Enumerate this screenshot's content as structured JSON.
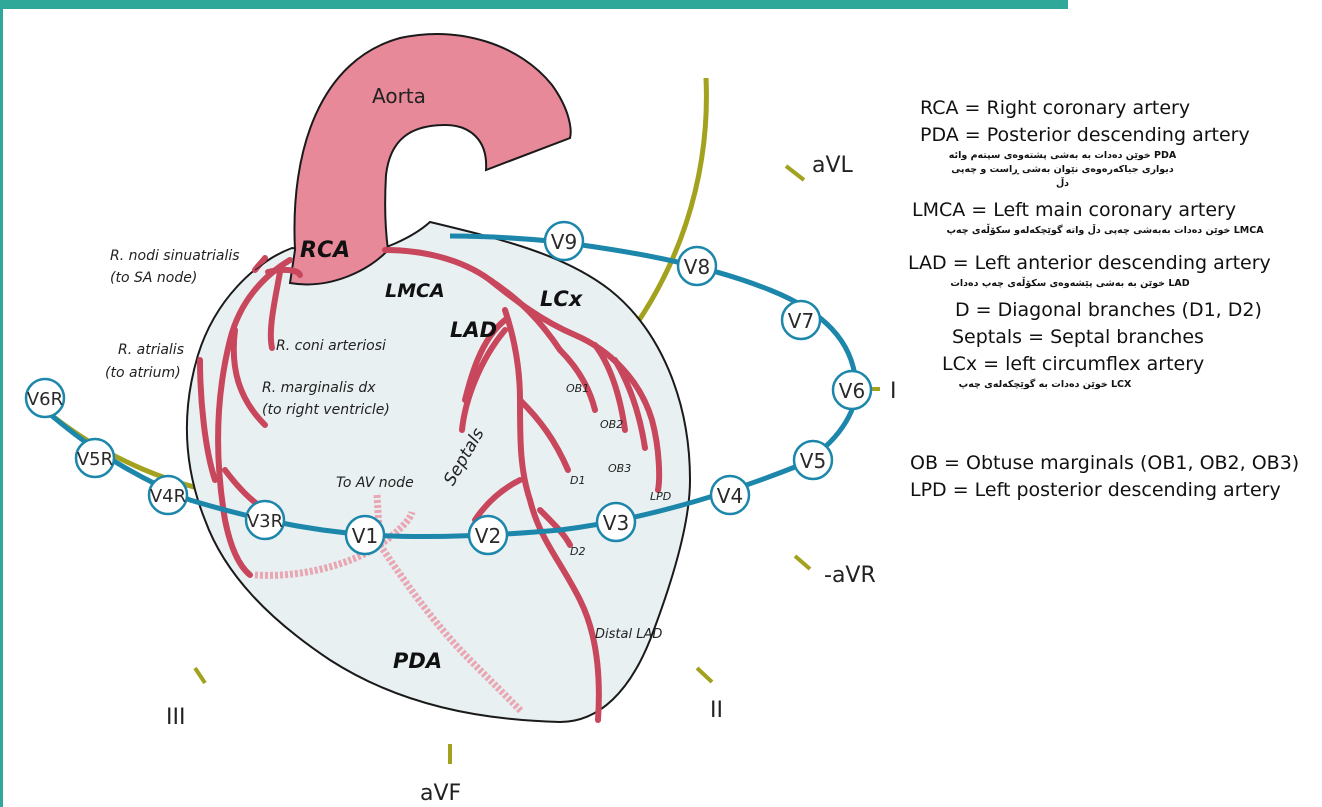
{
  "diagram": {
    "aorta": "Aorta",
    "rca": "RCA",
    "lmca": "LMCA",
    "lad": "LAD",
    "lcx": "LCx",
    "pda": "PDA",
    "septals": "Septals",
    "r_nodi_1": "R. nodi sinuatrialis",
    "r_nodi_2": "(to SA node)",
    "r_atrialis_1": "R. atrialis",
    "r_atrialis_2": "(to atrium)",
    "r_coni": "R. coni arteriosi",
    "r_marg_1": "R. marginalis dx",
    "r_marg_2": "(to right ventricle)",
    "to_av": "To AV node",
    "ob1": "OB1",
    "ob2": "OB2",
    "ob3": "OB3",
    "d1": "D1",
    "d2": "D2",
    "lpd": "LPD",
    "distal_lad": "Distal LAD"
  },
  "leads": {
    "V1": "V1",
    "V2": "V2",
    "V3": "V3",
    "V4": "V4",
    "V5": "V5",
    "V6": "V6",
    "V7": "V7",
    "V8": "V8",
    "V9": "V9",
    "V3R": "V3R",
    "V4R": "V4R",
    "V5R": "V5R",
    "V6R": "V6R"
  },
  "limb_leads": {
    "aVL": "aVL",
    "I": "I",
    "neg_aVR": "-aVR",
    "II": "II",
    "aVF": "aVF",
    "III": "III"
  },
  "legend": {
    "rca": "RCA = Right coronary artery",
    "pda": "PDA = Posterior descending artery",
    "pda_ku_1": "PDA خوێن دەدات بە بەشی پشتەوەی سپتەم وائە",
    "pda_ku_2": "دیواری جیاکەرەوەی نێوان بەشی ڕاست و چەپی",
    "pda_ku_3": "دڵ",
    "lmca": "LMCA = Left main coronary artery",
    "lmca_ku": "LMCA خوێن دەدات بەبەشی چەپی دڵ واتە گوێچکەلەو سکۆڵەی چەپ",
    "lad": "LAD = Left anterior descending artery",
    "lad_ku": "LAD خوێن بە بەشی پێشەوەی سکۆڵەی چەپ دەدات",
    "d": "D = Diagonal branches (D1, D2)",
    "septals": "Septals = Septal branches",
    "lcx": "LCx = left circumflex artery",
    "lcx_ku": "LCX خوێن دەدات بە گوێچکەلەی چەپ",
    "ob": "OB = Obtuse marginals (OB1, OB2, OB3)",
    "lpd": "LPD = Left posterior descending artery"
  },
  "colors": {
    "aorta": "#e8899a",
    "artery": "#c8475c",
    "heart_fill": "#e8f0f2",
    "lead_ring": "#1c87ab",
    "limb_arc": "#a3a21f",
    "banner": "#2fa89a"
  }
}
